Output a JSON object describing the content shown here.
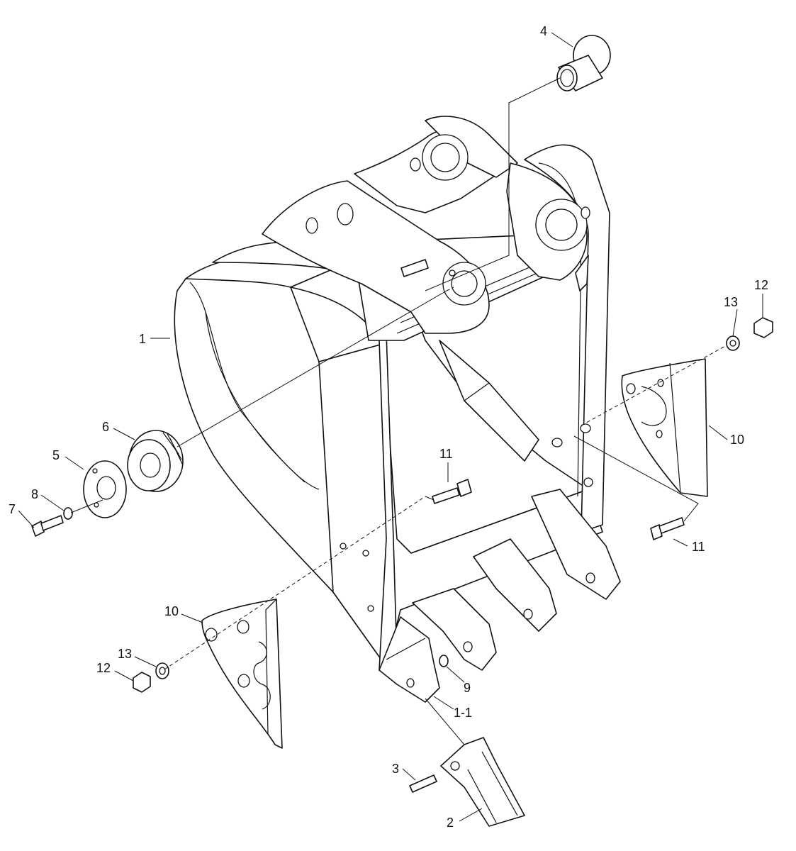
{
  "callouts": [
    {
      "id": "c1",
      "text": "1"
    },
    {
      "id": "c1-1",
      "text": "1-1"
    },
    {
      "id": "c2",
      "text": "2"
    },
    {
      "id": "c3",
      "text": "3"
    },
    {
      "id": "c4",
      "text": "4"
    },
    {
      "id": "c5",
      "text": "5"
    },
    {
      "id": "c6",
      "text": "6"
    },
    {
      "id": "c7",
      "text": "7"
    },
    {
      "id": "c8",
      "text": "8"
    },
    {
      "id": "c9",
      "text": "9"
    },
    {
      "id": "c10a",
      "text": "10"
    },
    {
      "id": "c10b",
      "text": "10"
    },
    {
      "id": "c11a",
      "text": "11"
    },
    {
      "id": "c11b",
      "text": "11"
    },
    {
      "id": "c12a",
      "text": "12"
    },
    {
      "id": "c12b",
      "text": "12"
    },
    {
      "id": "c13a",
      "text": "13"
    },
    {
      "id": "c13b",
      "text": "13"
    }
  ]
}
